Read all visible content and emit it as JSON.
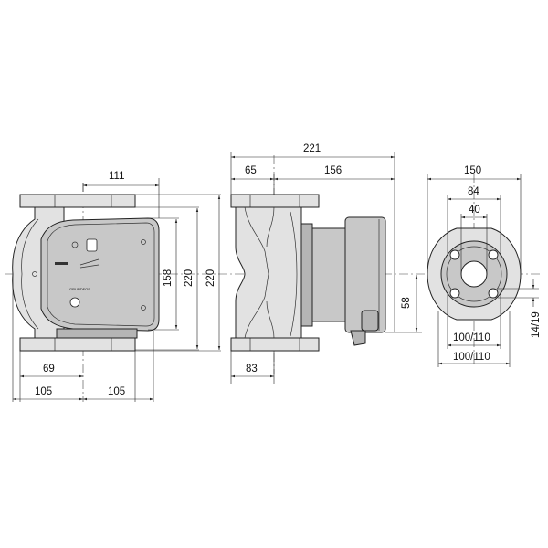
{
  "front_view": {
    "dims": {
      "width_top": "111",
      "height_inner": "158",
      "height_mid": "220",
      "height_outer": "220",
      "offset_69": "69",
      "left_105": "105",
      "right_105": "105"
    },
    "label_logo": "GRUNDFOS"
  },
  "side_view": {
    "dims": {
      "overall": "221",
      "left_65": "65",
      "right_156": "156",
      "height_58": "58",
      "bottom_83": "83"
    }
  },
  "flange_view": {
    "dims": {
      "outer_150": "150",
      "bolt_84": "84",
      "bore_40": "40",
      "pcd_upper": "100/110",
      "pcd_lower": "100/110",
      "holes": "14/19"
    }
  }
}
